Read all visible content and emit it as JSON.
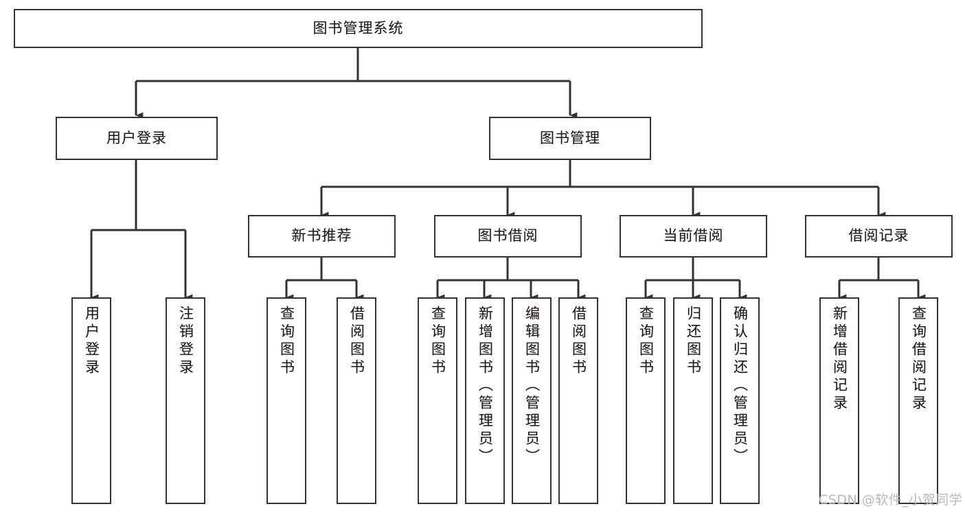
{
  "diagram": {
    "title": "图书管理系统",
    "type": "hierarchy-tree",
    "root": {
      "label": "图书管理系统"
    },
    "level1": [
      {
        "label": "用户登录"
      },
      {
        "label": "图书管理"
      }
    ],
    "level2": [
      {
        "label": "新书推荐"
      },
      {
        "label": "图书借阅"
      },
      {
        "label": "当前借阅"
      },
      {
        "label": "借阅记录"
      }
    ],
    "leaves": {
      "user_login": [
        {
          "label": "用户登录"
        },
        {
          "label": "注销登录"
        }
      ],
      "new_book": [
        {
          "label": "查询图书"
        },
        {
          "label": "借阅图书"
        }
      ],
      "book_borrow": [
        {
          "label": "查询图书"
        },
        {
          "label": "新增图书（管理员）"
        },
        {
          "label": "编辑图书（管理员）"
        },
        {
          "label": "借阅图书"
        }
      ],
      "current_borrow": [
        {
          "label": "查询图书"
        },
        {
          "label": "归还图书"
        },
        {
          "label": "确认归还（管理员）"
        }
      ],
      "borrow_record": [
        {
          "label": "新增借阅记录"
        },
        {
          "label": "查询借阅记录"
        }
      ]
    }
  },
  "watermark": {
    "text": "CSDN @软件_小贺同学"
  },
  "colors": {
    "stroke": "#333333",
    "background": "#ffffff",
    "text": "#1a1a1a",
    "watermark": "#b9b9b9"
  }
}
